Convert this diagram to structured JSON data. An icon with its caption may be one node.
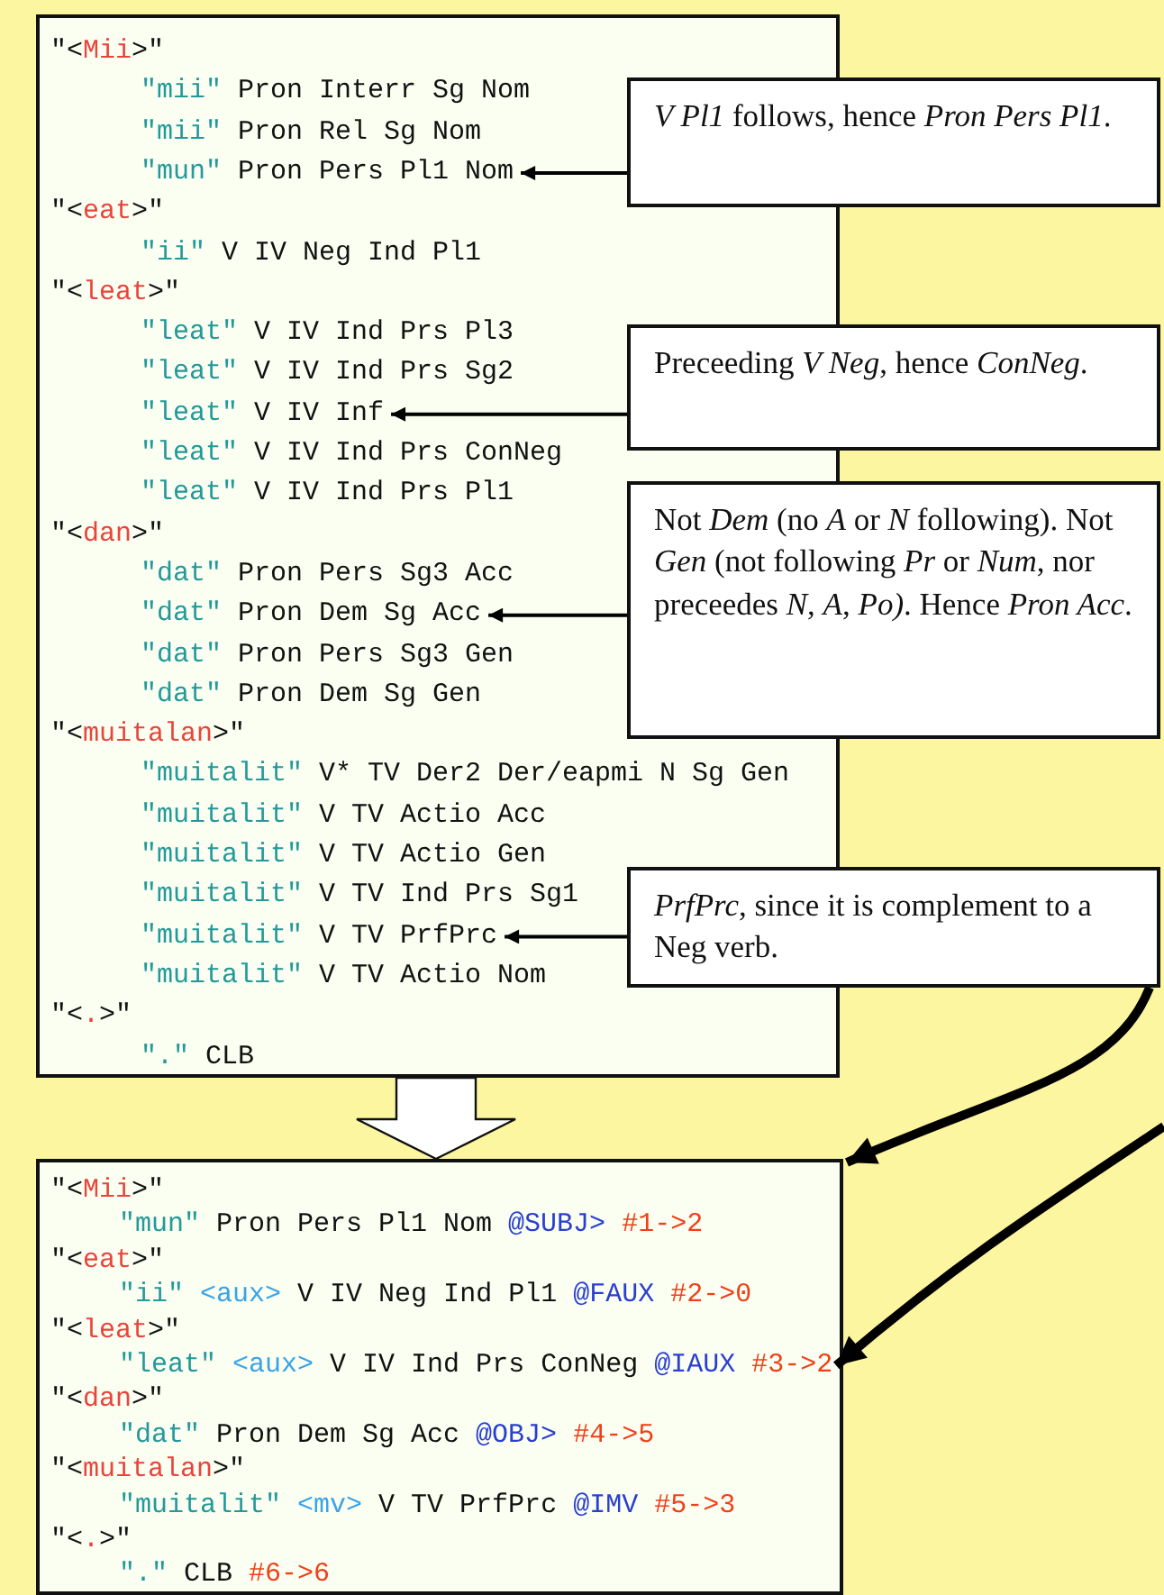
{
  "diagram": {
    "nodes": [
      {
        "text": [],
        "shape": "box"
      },
      {
        "text": [
          "\"<Mii>\""
        ],
        "in": 0
      },
      {
        "text": [
          "\"mii\" Pron Interr Sg Nom"
        ],
        "in": 0
      },
      {
        "text": [
          "\"mii\" Pron Rel Sg Nom"
        ],
        "in": 0
      },
      {
        "text": [
          "\"mun\" Pron Pers Pl1 Nom"
        ],
        "in": 0
      },
      {
        "text": [
          "\"<eat>\""
        ],
        "in": 0
      },
      {
        "text": [
          "\"ii\" V IV Neg Ind Pl1"
        ],
        "in": 0
      },
      {
        "text": [
          "\"<leat>\""
        ],
        "in": 0
      },
      {
        "text": [
          "\"leat\" V IV Ind Prs Pl3"
        ],
        "in": 0
      },
      {
        "text": [
          "\"leat\" V IV Ind Prs Sg2"
        ],
        "in": 0
      },
      {
        "text": [
          "\"leat\" V IV Inf"
        ],
        "in": 0
      },
      {
        "text": [
          "\"leat\" V IV Ind Prs ConNeg"
        ],
        "in": 0
      },
      {
        "text": [
          "\"leat\" V IV Ind Prs Pl1"
        ],
        "in": 0
      },
      {
        "text": [
          "\"<dan>\""
        ],
        "in": 0
      },
      {
        "text": [
          "\"dat\" Pron Pers Sg3 Acc"
        ],
        "in": 0
      },
      {
        "text": [
          "\"dat\" Pron Dem Sg Acc"
        ],
        "in": 0
      },
      {
        "text": [
          "\"dat\" Pron Pers Sg3 Gen"
        ],
        "in": 0
      },
      {
        "text": [
          "\"dat\" Pron Dem Sg Gen"
        ],
        "in": 0
      },
      {
        "text": [
          "\"<muitalan>\""
        ],
        "in": 0
      },
      {
        "text": [
          "\"muitalit\" V* TV Der2 Der/eapmi N Sg Gen"
        ],
        "in": 0
      },
      {
        "text": [
          "\"muitalit\" V TV Actio Acc"
        ],
        "in": 0
      },
      {
        "text": [
          "\"muitalit\" V TV Actio Gen"
        ],
        "in": 0
      },
      {
        "text": [
          "\"muitalit\" V TV Ind Prs Sg1"
        ],
        "in": 0
      },
      {
        "text": [
          "\"muitalit\" V TV PrfPrc"
        ],
        "in": 0
      },
      {
        "text": [
          "\"muitalit\" V TV Actio Nom"
        ],
        "in": 0
      },
      {
        "text": [
          "\"<.>\""
        ],
        "in": 0
      },
      {
        "text": [
          "\".\" CLB"
        ],
        "in": 0
      },
      {
        "text": [
          "*V Pl1* follows, hence *Pron Pers Pl1*."
        ]
      },
      {
        "text": [
          "Preceeding *V Neg*, hence *ConNeg*."
        ]
      },
      {
        "text": [
          "Not *Dem* (no *A* or *N* following). Not *Gen* (not following *Pr* or *Num*, nor preceedes *N*, *A*, *Po)*. Hence *Pron Acc*."
        ]
      },
      {
        "text": [
          "*PrfPrc*, since it is complement to a Neg verb."
        ]
      },
      {
        "text": [],
        "shape": "box"
      },
      {
        "text": [
          "\"<Mii>\""
        ],
        "in": 31
      },
      {
        "text": [
          "\"mun\" Pron Pers Pl1 Nom @SUBJ> #1->2"
        ],
        "in": 31
      },
      {
        "text": [
          "\"<eat>\""
        ],
        "in": 31
      },
      {
        "text": [
          "\"ii\" <aux> V IV Neg Ind Pl1 @FAUX #2->0"
        ],
        "in": 31
      },
      {
        "text": [
          "\"<leat>\""
        ],
        "in": 31
      },
      {
        "text": [
          "\"leat\" <aux> V IV Ind Prs ConNeg @IAUX #3->2"
        ],
        "in": 31
      },
      {
        "text": [
          "\"<dan>\""
        ],
        "in": 31
      },
      {
        "text": [
          "\"dat\" Pron Dem Sg Acc @OBJ> #4->5"
        ],
        "in": 31
      },
      {
        "text": [
          "\"<muitalan>\""
        ],
        "in": 31
      },
      {
        "text": [
          "\"muitalit\" <mv> V TV PrfPrc @IMV #5->3"
        ],
        "in": 31
      },
      {
        "text": [
          "\"<.>\""
        ],
        "in": 31
      },
      {
        "text": [
          "\".\" CLB #6->6"
        ],
        "in": 31
      }
    ],
    "edges": [
      {
        "from": 27,
        "to": 4,
        "arrow": "to"
      },
      {
        "from": 28,
        "to": 10,
        "arrow": "to"
      },
      {
        "from": 29,
        "to": 15,
        "arrow": "to"
      },
      {
        "from": 30,
        "to": 23,
        "arrow": "to"
      },
      {
        "from": 0,
        "to": 31,
        "arrow": "to"
      },
      {
        "from": 30,
        "to": 31,
        "arrow": "to",
        "style": "thick"
      },
      {
        "from": null,
        "to": 37,
        "arrow": "to",
        "style": "thick"
      }
    ]
  }
}
